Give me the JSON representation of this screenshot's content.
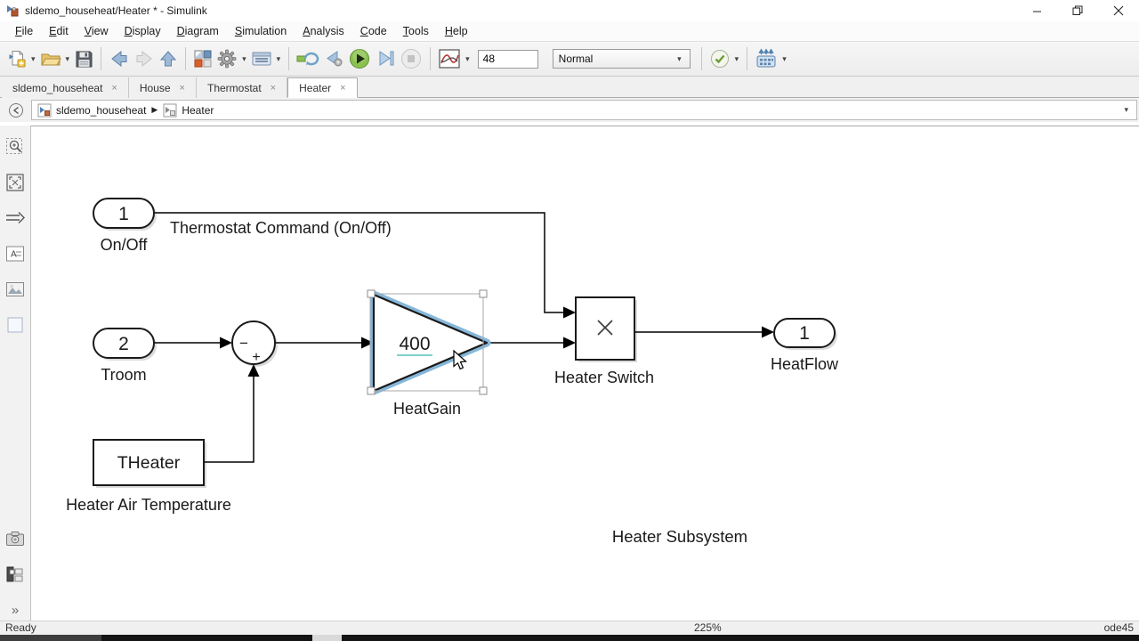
{
  "window": {
    "title": "sldemo_househeat/Heater * - Simulink"
  },
  "menu": {
    "items": [
      "File",
      "Edit",
      "View",
      "Display",
      "Diagram",
      "Simulation",
      "Analysis",
      "Code",
      "Tools",
      "Help"
    ]
  },
  "toolbar": {
    "sim_stop_time": "48",
    "simulation_mode": "Normal"
  },
  "tabs": [
    {
      "label": "sldemo_househeat"
    },
    {
      "label": "House"
    },
    {
      "label": "Thermostat"
    },
    {
      "label": "Heater"
    }
  ],
  "tab_close_glyph": "×",
  "breadcrumb": {
    "root": "sldemo_househeat",
    "separator": "▶",
    "current": "Heater"
  },
  "diagram": {
    "inport1": {
      "port": "1",
      "name": "On/Off"
    },
    "inport2": {
      "port": "2",
      "name": "Troom"
    },
    "sum": {
      "sign_minus": "−",
      "sign_plus": "+"
    },
    "gain": {
      "value": "400",
      "name": "HeatGain"
    },
    "product": {
      "name": "Heater Switch"
    },
    "outport": {
      "port": "1",
      "name": "HeatFlow"
    },
    "constant": {
      "value": "THeater",
      "name": "Heater Air Temperature"
    },
    "annotations": {
      "signal": "Thermostat Command (On/Off)",
      "title": "Heater Subsystem"
    }
  },
  "statusbar": {
    "state": "Ready",
    "zoom": "225%",
    "solver": "ode45"
  },
  "colors": {
    "selection_blue": "#85b7da",
    "value_underline": "#7fd0cc",
    "run_green": "#77b84e",
    "block_stroke": "#1a1a1a"
  }
}
